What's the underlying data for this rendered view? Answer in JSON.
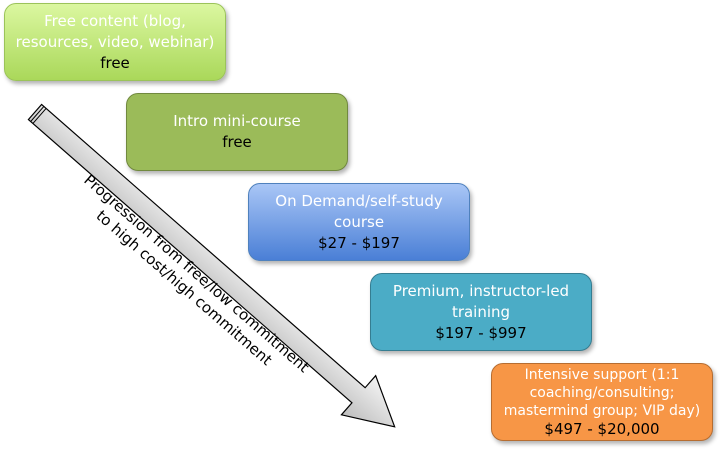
{
  "steps": [
    {
      "title": "Free content (blog, resources, video, webinar)",
      "price": "free",
      "color": "#aad85a"
    },
    {
      "title": "Intro mini-course",
      "price": "free",
      "color": "#9bbb59"
    },
    {
      "title": "On Demand/self-study course",
      "price": "$27 - $197",
      "color": "#4f81bd"
    },
    {
      "title": "Premium, instructor-led training",
      "price": "$197 - $997",
      "color": "#4bacc6"
    },
    {
      "title": "Intensive support (1:1 coaching/consulting; mastermind group; VIP day)",
      "price": "$497 - $20,000",
      "color": "#f79646"
    }
  ],
  "arrow_label": "Progression from free/low commitment to high cost/high commitment"
}
